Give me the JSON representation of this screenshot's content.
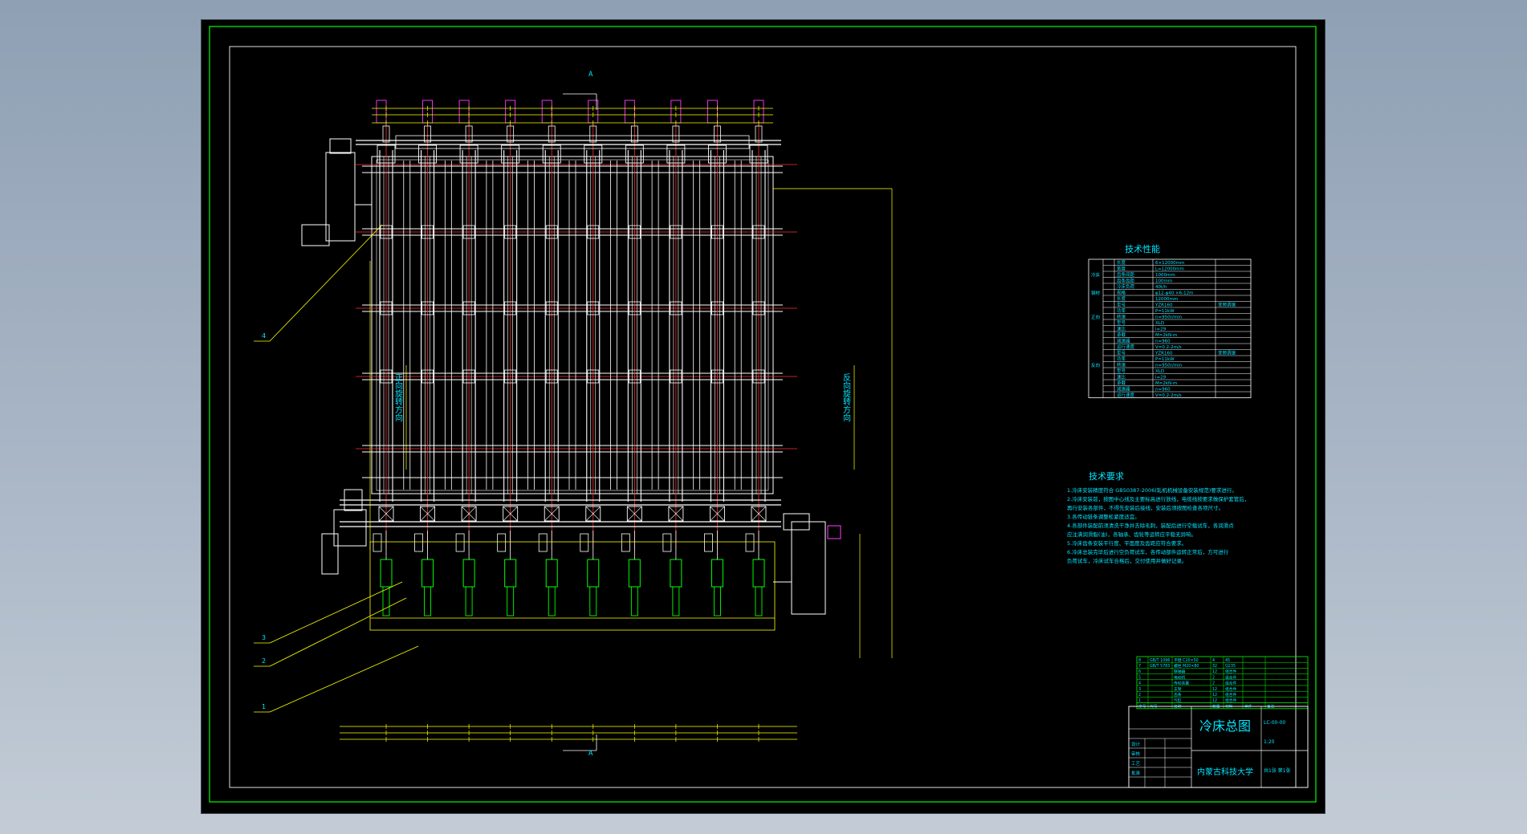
{
  "colors": {
    "background": "#000000",
    "border": "#00ff00",
    "frame": "#e0e0e0",
    "structure": "#ffffff",
    "centerline": "#ff3030",
    "dimension": "#ffff00",
    "text": "#00e5ff",
    "table": "#ffffff",
    "cylinder": "#00ff00",
    "motor": "#ff3cff"
  },
  "drawing": {
    "section_marker_top": "A",
    "section_marker_bottom": "A",
    "left_rotation_label": "正向旋转方向",
    "right_rotation_label": "反向旋转方向",
    "callouts": [
      "4",
      "3",
      "2",
      "1"
    ]
  },
  "tech_performance": {
    "title": "技术性能",
    "rows": [
      [
        "",
        "长度",
        "6×12000mm",
        ""
      ],
      [
        "",
        "宽度",
        "L=12000mm",
        ""
      ],
      [
        "冷床",
        "齿条间距",
        "1000mm",
        ""
      ],
      [
        "",
        "齿条齿距",
        "100mm",
        ""
      ],
      [
        "",
        "冷床负荷",
        "40t/h",
        ""
      ],
      [
        "钢材",
        "规格",
        "φ12-φ40 ×6-12m",
        ""
      ],
      [
        "",
        "长度",
        "12000mm",
        ""
      ],
      [
        "",
        "型号",
        "YZR160",
        "变频调速"
      ],
      [
        "",
        "功率",
        "P=11kW",
        ""
      ],
      [
        "正向",
        "转速",
        "n=950r/min",
        ""
      ],
      [
        "",
        "型号",
        "XLD",
        ""
      ],
      [
        "",
        "速比",
        "i=29",
        ""
      ],
      [
        "",
        "承载",
        "M=2kN·m",
        ""
      ],
      [
        "",
        "减速器",
        "n=960",
        ""
      ],
      [
        "",
        "运行速度",
        "V=0.2-2m/s",
        ""
      ],
      [
        "",
        "型号",
        "YZR160",
        "变频调速"
      ],
      [
        "",
        "功率",
        "P=11kW",
        ""
      ],
      [
        "反向",
        "转速",
        "n=950r/min",
        ""
      ],
      [
        "",
        "型号",
        "XLD",
        ""
      ],
      [
        "",
        "速比",
        "i=29",
        ""
      ],
      [
        "",
        "承载",
        "M=2kN·m",
        ""
      ],
      [
        "",
        "减速器",
        "n=960",
        ""
      ],
      [
        "",
        "运行速度",
        "V=0.2-2m/s",
        ""
      ]
    ]
  },
  "tech_requirements": {
    "title": "技术要求",
    "items": [
      "1.冷床安装精度符合 GB50387-2006(轧机机械设备安装规范)要求进行。",
      "2.冷床安装前，按图中心线及主要标高进行放线，电缆线按要求做保护套管后，",
      "  再行安装各部件，不得先安装后接线，安装后须按图检查各项尺寸。",
      "3.各传动链条调整松紧度适宜。",
      "4.各部件装配前须清洗干净并去除毛刺，装配后进行空载试车，各润滑点",
      "  应注满润滑脂(油)，各轴承、齿轮等运转应平稳无异响。",
      "5.冷床齿条安装平行度、平面度及齿距应符合要求。",
      "6.冷床总装完毕后进行空负荷试车，各传动部件运转正常后，方可进行",
      "  负荷试车，冷床试车合格后，交付使用并做好记录。"
    ]
  },
  "parts_list": {
    "rows": [
      [
        "8",
        "GB/T 1096",
        "平键 C20×50",
        "4",
        "45",
        "",
        ""
      ],
      [
        "7",
        "GB/T 5783",
        "螺栓 M20×80",
        "32",
        "Q235",
        "",
        ""
      ],
      [
        "6",
        "",
        "联轴器",
        "12",
        "组合件",
        "",
        ""
      ],
      [
        "5",
        "",
        "电动机",
        "2",
        "组合件",
        "",
        ""
      ],
      [
        "4",
        "",
        "传动装置",
        "2",
        "组合件",
        "",
        ""
      ],
      [
        "3",
        "",
        "支架",
        "12",
        "组合件",
        "",
        ""
      ],
      [
        "2",
        "",
        "齿条",
        "12",
        "组合件",
        "",
        ""
      ],
      [
        "1",
        "",
        "气缸",
        "12",
        "组合件",
        "",
        ""
      ]
    ],
    "header": [
      "序号",
      "代号",
      "名称",
      "数量",
      "材料",
      "单件",
      "备注"
    ]
  },
  "title_block": {
    "drawing_title": "冷床总图",
    "institution": "内蒙古科技大学",
    "scale": "1:20",
    "drawing_no": "LC-00-00",
    "sheet": "共1张 第1张",
    "designer_label": "设计",
    "checker_label": "审核",
    "approver_label": "批准",
    "process_label": "工艺"
  }
}
